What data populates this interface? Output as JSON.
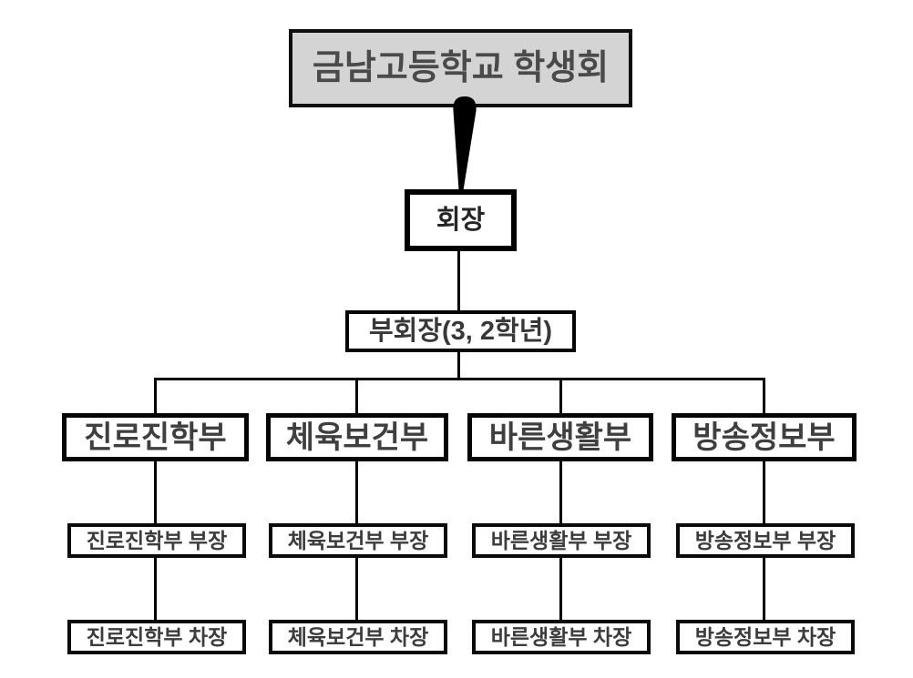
{
  "org_chart": {
    "type": "organization-chart",
    "root": {
      "label": "금남고등학교 학생회"
    },
    "president": {
      "label": "회장"
    },
    "vice_president": {
      "label": "부회장(3, 2학년)"
    },
    "departments": [
      {
        "name": "진로진학부",
        "head": "진로진학부 부장",
        "deputy": "진로진학부 차장"
      },
      {
        "name": "체육보건부",
        "head": "체육보건부 부장",
        "deputy": "체육보건부 차장"
      },
      {
        "name": "바른생활부",
        "head": "바른생활부 부장",
        "deputy": "바른생활부 차장"
      },
      {
        "name": "방송정보부",
        "head": "방송정보부 부장",
        "deputy": "방송정보부 차장"
      }
    ]
  },
  "colors": {
    "background": "#ffffff",
    "root_fill": "#d4d4d4",
    "root_border": "#0f0f0f",
    "root_text": "#4a4a4a",
    "box_fill": "#ffffff",
    "box_border": "#0a0a0a",
    "box_text": "#3a3a3a",
    "connector": "#000000"
  }
}
